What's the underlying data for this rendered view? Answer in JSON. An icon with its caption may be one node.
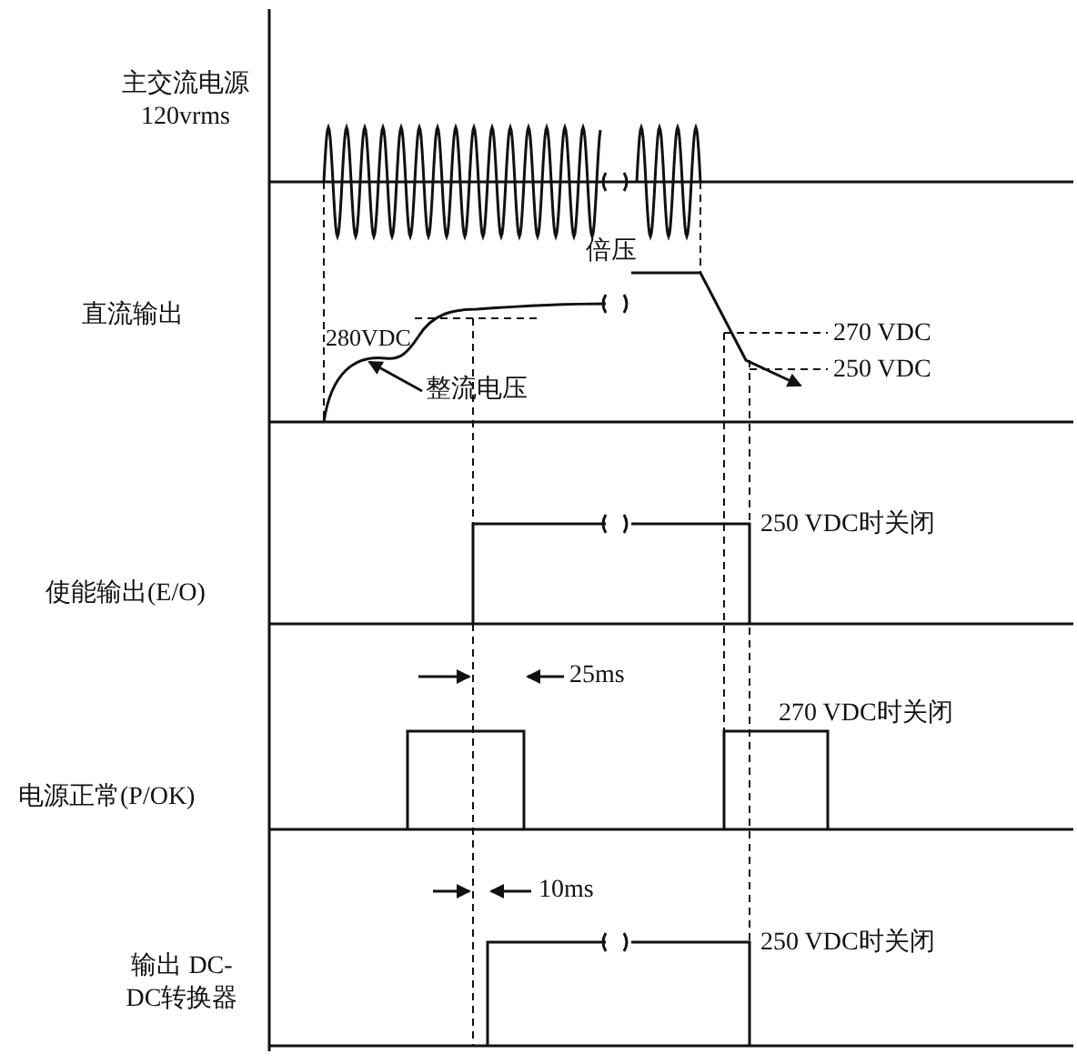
{
  "diagram": {
    "nodes": [
      {
        "text": [
          "整流电压"
        ]
      },
      {
        "text": [],
        "shape": "curve"
      }
    ],
    "edges": [
      {
        "from": 0,
        "to": 1,
        "arrow": "to"
      }
    ],
    "labels": [
      "主交流电源 120vrms",
      "倍压",
      "直流输出",
      "280VDC",
      "270 VDC",
      "250 VDC",
      "使能输出(E/O)",
      "250 VDC时关闭",
      "25ms",
      "电源正常(P/OK)",
      "270 VDC时关闭",
      "10ms",
      "输出 DC-DC转换器",
      "250 VDC时关闭"
    ]
  }
}
